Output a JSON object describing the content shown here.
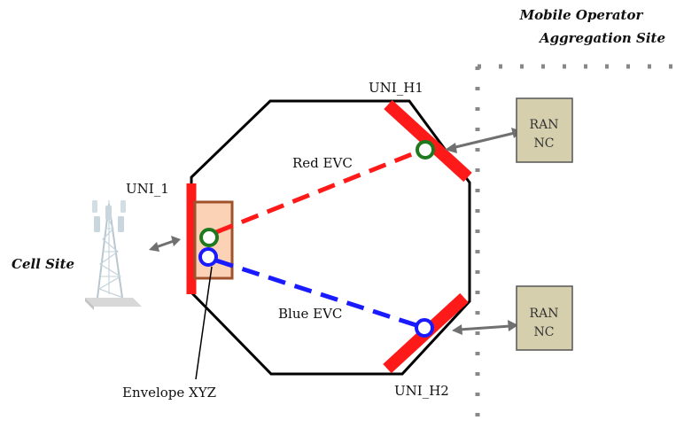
{
  "labels": {
    "operator_site_line1": "Mobile Operator",
    "operator_site_line2": "Aggregation Site",
    "uni_h1": "UNI_H1",
    "uni_h2": "UNI_H2",
    "uni_1": "UNI_1",
    "cell_site": "Cell Site",
    "red_evc": "Red EVC",
    "blue_evc": "Blue EVC",
    "envelope": "Envelope XYZ"
  },
  "ran_nc_top": {
    "line1": "RAN",
    "line2": "NC"
  },
  "ran_nc_bottom": {
    "line1": "RAN",
    "line2": "NC"
  },
  "colors": {
    "red_evc": "#ff1a1a",
    "blue_evc": "#1a1aff",
    "uni_bar": "#ff1a1a",
    "endpoint_green": "#1f7a1f",
    "envelope_fill": "#fbd2b5",
    "envelope_border": "#a0522d",
    "ran_nc_fill": "#d6cfae",
    "arrow": "#707070",
    "boundary_dots": "#888888"
  }
}
